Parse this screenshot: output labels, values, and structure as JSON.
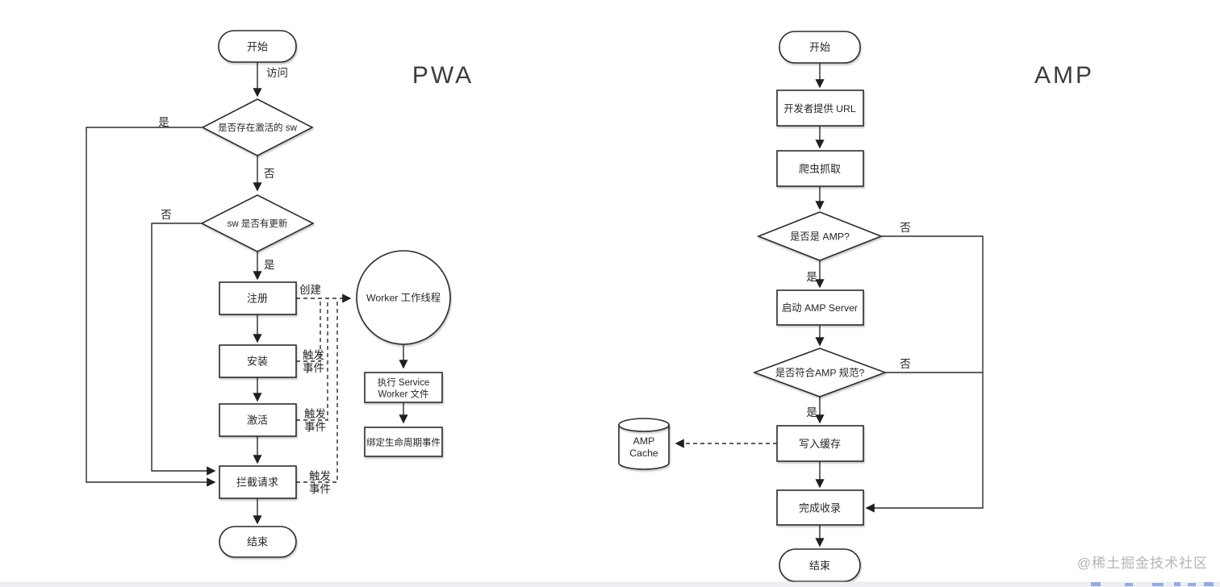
{
  "watermark": "@稀土掘金技术社区",
  "pwa": {
    "title": "PWA",
    "nodes": {
      "start": "开始",
      "check_sw_active": "是否存在激活的 sw",
      "check_sw_update": "sw 是否有更新",
      "register": "注册",
      "install": "安装",
      "activate": "激活",
      "intercept": "拦截请求",
      "end": "结束",
      "worker_thread": "Worker 工作线程",
      "exec_sw_line1": "执行 Service",
      "exec_sw_line2": "Worker 文件",
      "bind_lifecycle": "绑定生命周期事件"
    },
    "labels": {
      "visit": "访问",
      "yes": "是",
      "no": "否",
      "create": "创建",
      "trigger": "触发",
      "event": "事件"
    }
  },
  "amp": {
    "title": "AMP",
    "nodes": {
      "start": "开始",
      "provide_url": "开发者提供 URL",
      "crawl": "爬虫抓取",
      "check_is_amp": "是否是 AMP?",
      "start_server": "启动 AMP Server",
      "check_spec": "是否符合AMP 规范?",
      "write_cache": "写入缓存",
      "cache_line1": "AMP",
      "cache_line2": "Cache",
      "complete_index": "完成收录",
      "end": "结束"
    },
    "labels": {
      "yes": "是",
      "no": "否"
    }
  }
}
